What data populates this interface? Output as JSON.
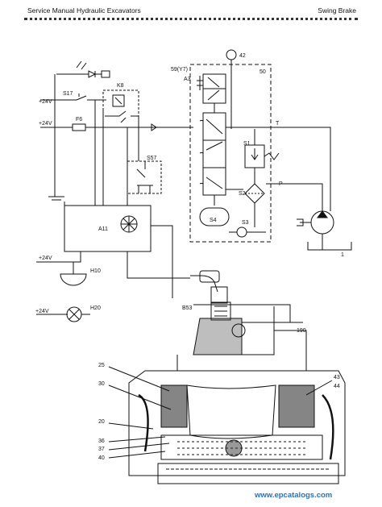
{
  "header": {
    "left_title": "Service Manual   Hydraulic Excavators",
    "right_title": "Swing Brake"
  },
  "labels": {
    "n42": "42",
    "n59": "59(Y7)",
    "a3": "A3",
    "n50": "50",
    "s17": "S17",
    "k8": "K8",
    "v24a": "+24V",
    "v24b": "+24V",
    "f6": "F6",
    "t": "T",
    "s1": "S1",
    "s57": "S57",
    "s2": "S2",
    "p": "P",
    "a11": "A11",
    "s4": "S4",
    "s3": "S3",
    "one": "1",
    "v24c": "+24V",
    "h10": "H10",
    "v24d": "+24V",
    "h20": "H20",
    "b53": "B53",
    "n190": "190",
    "n25": "25",
    "n30": "30",
    "n43": "43",
    "n44": "44",
    "n20": "20",
    "n36": "36",
    "n37": "37",
    "n40": "40"
  },
  "watermark": "www.epcatalogs.com"
}
